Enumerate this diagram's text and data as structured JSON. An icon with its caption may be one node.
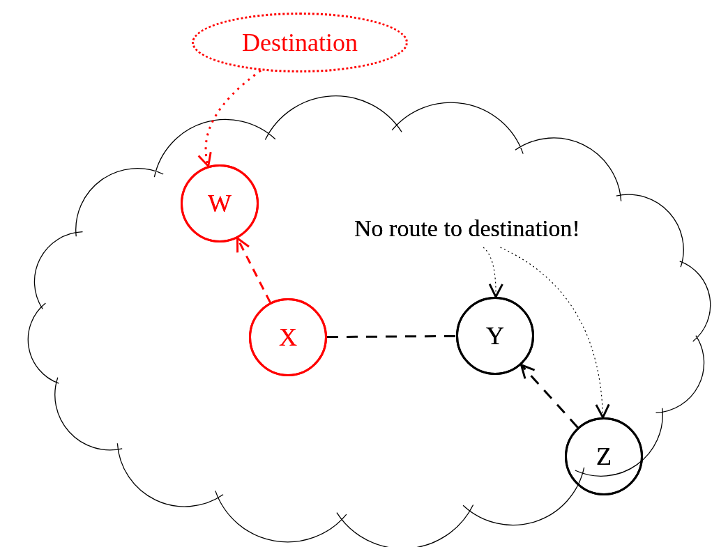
{
  "diagram": {
    "nodes": [
      {
        "text": [],
        "shape": "cloud"
      },
      {
        "text": [
          "Destination"
        ]
      },
      {
        "text": [
          "W"
        ],
        "in": 0
      },
      {
        "text": [
          "X"
        ],
        "in": 0
      },
      {
        "text": [
          "Y"
        ],
        "in": 0
      },
      {
        "text": [
          "Z"
        ],
        "in": 0
      },
      {
        "text": [
          "No route to destination!"
        ],
        "in": 0
      }
    ],
    "edges": [
      {
        "from": 1,
        "to": 2,
        "arrow": "to",
        "style": "dashed",
        "color": "#ff0000"
      },
      {
        "from": 3,
        "to": 2,
        "arrow": "to",
        "style": "dashed",
        "color": "#ff0000"
      },
      {
        "from": 3,
        "to": 4,
        "arrow": "none",
        "style": "dashed"
      },
      {
        "from": 5,
        "to": 4,
        "arrow": "to",
        "style": "dashed"
      },
      {
        "from": 6,
        "to": 4,
        "arrow": "to",
        "style": "dashed"
      },
      {
        "from": 6,
        "to": 5,
        "arrow": "to",
        "style": "dashed"
      }
    ]
  }
}
